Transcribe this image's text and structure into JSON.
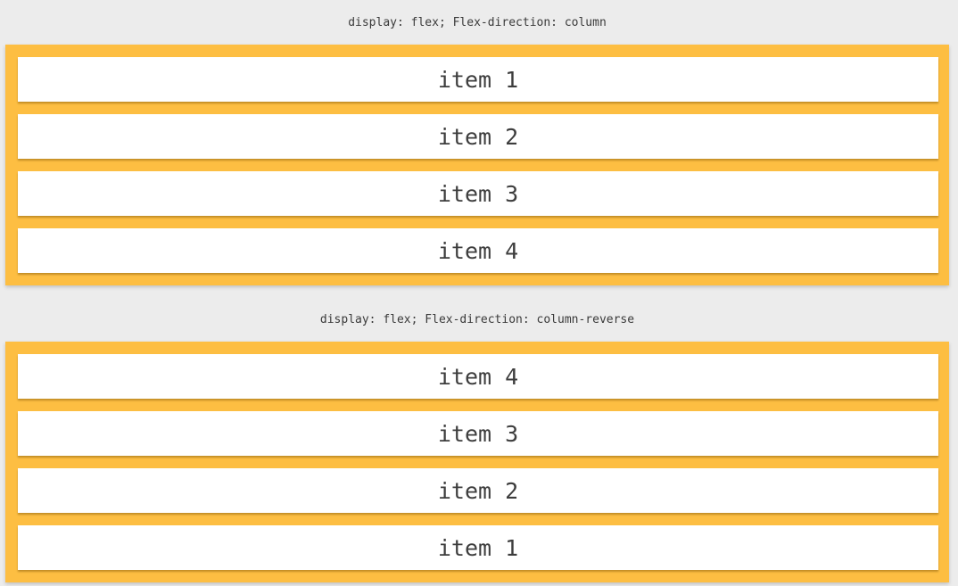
{
  "demos": [
    {
      "caption": "display: flex; Flex-direction: column",
      "items": [
        "item 1",
        "item 2",
        "item 3",
        "item 4"
      ]
    },
    {
      "caption": "display: flex; Flex-direction: column-reverse",
      "items": [
        "item 4",
        "item 3",
        "item 2",
        "item 1"
      ]
    }
  ],
  "colors": {
    "background": "#ececec",
    "container": "#fdbe42",
    "item": "#ffffff"
  }
}
